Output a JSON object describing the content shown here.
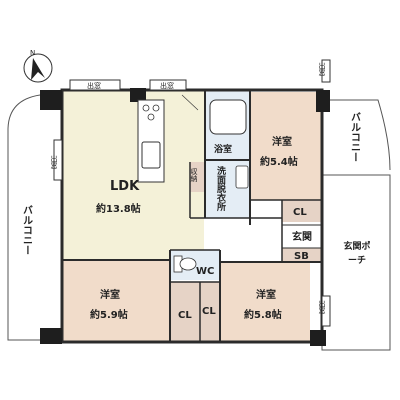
{
  "colors": {
    "ldk": "#f4f1d8",
    "bedroom": "#f1dcca",
    "closet": "#e6d3c6",
    "wet": "#e4edf5",
    "wall": "#2b2b2b",
    "balcony_line": "#555555"
  },
  "icons": [
    "compass-north-icon",
    "kitchen-sink-icon",
    "stove-icon",
    "bathtub-icon",
    "toilet-icon",
    "washbasin-icon"
  ],
  "compass": {
    "label": "N"
  },
  "rooms": {
    "ldk": {
      "name": "LDK",
      "size": "約13.8帖"
    },
    "bed_ne": {
      "name": "洋室",
      "size": "約5.4帖"
    },
    "bed_sw": {
      "name": "洋室",
      "size": "約5.9帖"
    },
    "bed_se": {
      "name": "洋室",
      "size": "約5.8帖"
    },
    "bath": "浴室",
    "washroom": "洗面脱衣所",
    "storage": "収納",
    "wc": "WC",
    "cl_ne": "CL",
    "cl_a": "CL",
    "cl_b": "CL",
    "entrance": "玄関",
    "sb": "SB",
    "porch": "玄関ポーチ"
  },
  "balconies": {
    "west": "バルコニー",
    "east": "バルコニー"
  },
  "windows": {
    "top_left": "出窓",
    "top_right": "出窓",
    "left": "出窓",
    "right_top": "出窓",
    "right_bottom": "出窓"
  }
}
